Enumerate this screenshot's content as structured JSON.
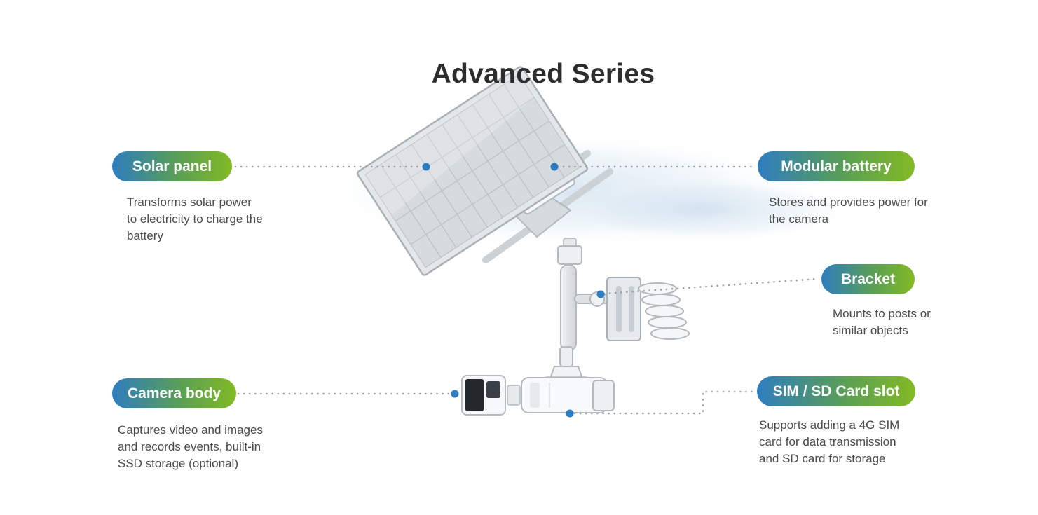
{
  "title": "Advanced Series",
  "colors": {
    "pill_gradient_start": "#2e7dc0",
    "pill_gradient_end": "#83ba24",
    "connector_dot": "#2e7dc0",
    "connector_line": "#9aa0a5"
  },
  "callouts": [
    {
      "id": "solar-panel",
      "label": "Solar panel",
      "description": "Transforms solar power\nto electricity to charge the\nbattery"
    },
    {
      "id": "modular-battery",
      "label": "Modular battery",
      "description": "Stores and provides power for\nthe camera"
    },
    {
      "id": "bracket",
      "label": "Bracket",
      "description": "Mounts to posts or\nsimilar objects"
    },
    {
      "id": "camera-body",
      "label": "Camera body",
      "description": "Captures video and images\nand records events, built-in\nSSD storage (optional)"
    },
    {
      "id": "sim-sd-slot",
      "label": "SIM / SD Card slot",
      "description": "Supports adding a 4G SIM\ncard for data transmission\nand SD card for storage"
    }
  ]
}
